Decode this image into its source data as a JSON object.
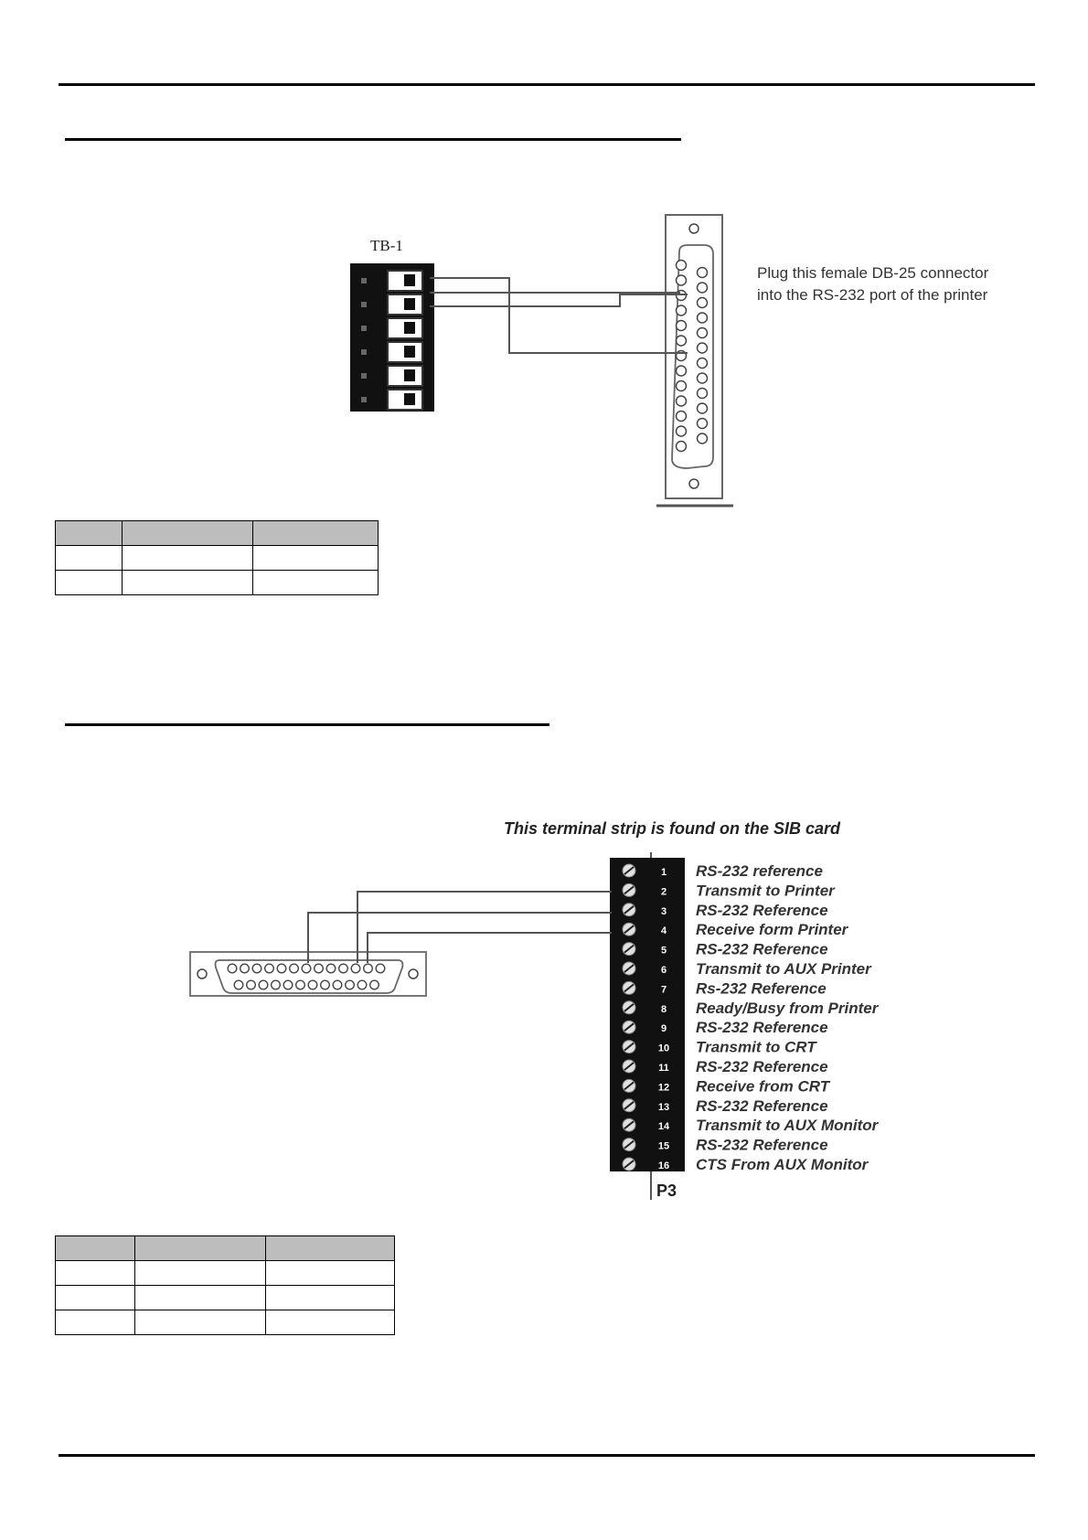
{
  "diagram1": {
    "tb_label": "TB-1",
    "connector_note": "Plug this female DB-25 connector into the RS-232 port of the printer"
  },
  "diagram2": {
    "strip_caption": "This terminal strip is found on the SIB card",
    "strip_label": "P3",
    "terminals": [
      {
        "num": "1",
        "label": "RS-232 reference"
      },
      {
        "num": "2",
        "label": "Transmit to Printer"
      },
      {
        "num": "3",
        "label": "RS-232 Reference"
      },
      {
        "num": "4",
        "label": "Receive form Printer"
      },
      {
        "num": "5",
        "label": "RS-232 Reference"
      },
      {
        "num": "6",
        "label": "Transmit to AUX Printer"
      },
      {
        "num": "7",
        "label": "Rs-232 Reference"
      },
      {
        "num": "8",
        "label": "Ready/Busy from Printer"
      },
      {
        "num": "9",
        "label": "RS-232 Reference"
      },
      {
        "num": "10",
        "label": "Transmit to CRT"
      },
      {
        "num": "11",
        "label": "RS-232 Reference"
      },
      {
        "num": "12",
        "label": "Receive from CRT"
      },
      {
        "num": "13",
        "label": "RS-232 Reference"
      },
      {
        "num": "14",
        "label": "Transmit to AUX Monitor"
      },
      {
        "num": "15",
        "label": "RS-232 Reference"
      },
      {
        "num": "16",
        "label": "CTS From AUX Monitor"
      }
    ]
  },
  "table1": {
    "rows": 2,
    "cols": 3
  },
  "table2": {
    "rows": 3,
    "cols": 3
  }
}
